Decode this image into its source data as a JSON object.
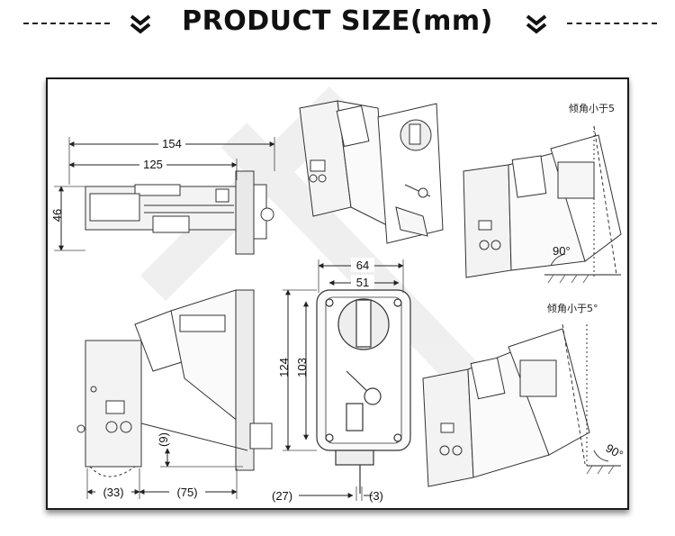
{
  "header": {
    "title": "PRODUCT SIZE(mm)"
  },
  "dimensions": {
    "side_total_length": "154",
    "side_body_length": "125",
    "side_height": "46",
    "front_outer_width": "64",
    "front_inner_width": "51",
    "front_outer_height": "124",
    "front_inner_height": "103",
    "side2_offset_height": "(9)",
    "side2_front_depth": "(33)",
    "side2_rear_depth": "(75)",
    "bottom_left": "(27)",
    "bottom_right": "(3)"
  },
  "annotations": {
    "tilt_note_top": "倾角小于5",
    "tilt_note_bottom": "倾角小于5°",
    "angle_top": "90°",
    "angle_bottom": "90°"
  },
  "colors": {
    "line": "#333333",
    "title": "#111111"
  }
}
